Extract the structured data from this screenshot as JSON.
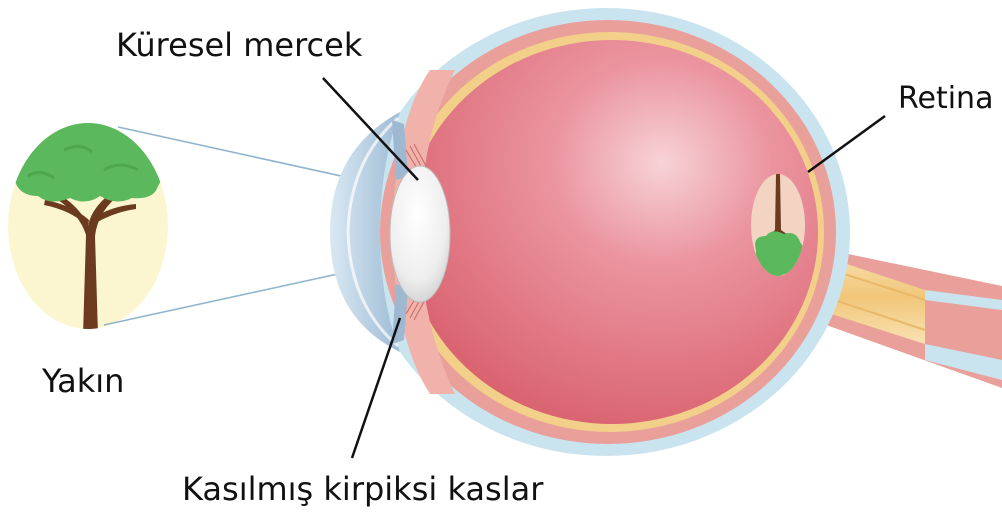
{
  "labels": {
    "lens": "Küresel mercek",
    "retina": "Retina",
    "object_distance": "Yakın",
    "ciliary_muscles": "Kasılmış kirpiksi kaslar"
  },
  "colors": {
    "sclera_outer": "#c9e4ee",
    "choroid": "#e9a09a",
    "retina_band": "#f2d08a",
    "vitreous": "#e2707c",
    "vitreous_highlight": "#f4c7cc",
    "lens": "#eeeeee",
    "cornea": "#b7cfe0",
    "iris": "#9fb8d1",
    "ciliary": "#e79c94",
    "optic_nerve": "#f4d39a",
    "optic_nerve_edge": "#e9a09a",
    "tree_canopy": "#5cb85c",
    "tree_trunk": "#6b3a1f",
    "tree_background": "#fbf6cf",
    "image_background": "#f3d3c2",
    "light_rays": "#7fa9c7",
    "leader_lines": "#111111"
  },
  "icons": {
    "object": "tree-icon",
    "retinal_image": "inverted-tree-icon"
  }
}
